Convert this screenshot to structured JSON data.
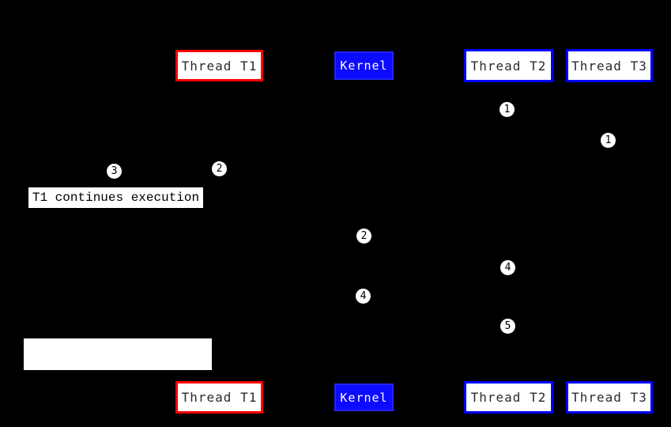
{
  "diagram": {
    "description": "Thread scheduling sequence diagram on black background; lifelines and arrows are black (not visible), only nodes, step markers and labels are visible",
    "background_color": "#000000",
    "colors": {
      "thread_t1_border": "#ff0000",
      "thread_t2_t3_border": "#0000ff",
      "kernel_fill": "#0b0bff",
      "node_fill": "#ffffff",
      "node_text": "#2b2b2b",
      "kernel_text": "#ffffff",
      "step_fill": "#ffffff",
      "step_text": "#000000"
    },
    "nodes": [
      {
        "id": "thread-t1",
        "label": "Thread T1"
      },
      {
        "id": "kernel",
        "label": "Kernel"
      },
      {
        "id": "thread-t2",
        "label": "Thread T2"
      },
      {
        "id": "thread-t3",
        "label": "Thread T3"
      }
    ],
    "annotation": {
      "text": "T1 continues execution"
    },
    "steps": [
      {
        "label": "1",
        "near": "thread-t2-lifeline-top"
      },
      {
        "label": "1",
        "near": "thread-t3-lifeline-top"
      },
      {
        "label": "2",
        "near": "thread-t1-lifeline"
      },
      {
        "label": "3",
        "near": "t1-continues-annotation"
      },
      {
        "label": "2",
        "near": "kernel-lifeline"
      },
      {
        "label": "4",
        "near": "thread-t2-lifeline-mid"
      },
      {
        "label": "4",
        "near": "kernel-lifeline-lower"
      },
      {
        "label": "5",
        "near": "thread-t2-lifeline-bottom"
      }
    ]
  }
}
